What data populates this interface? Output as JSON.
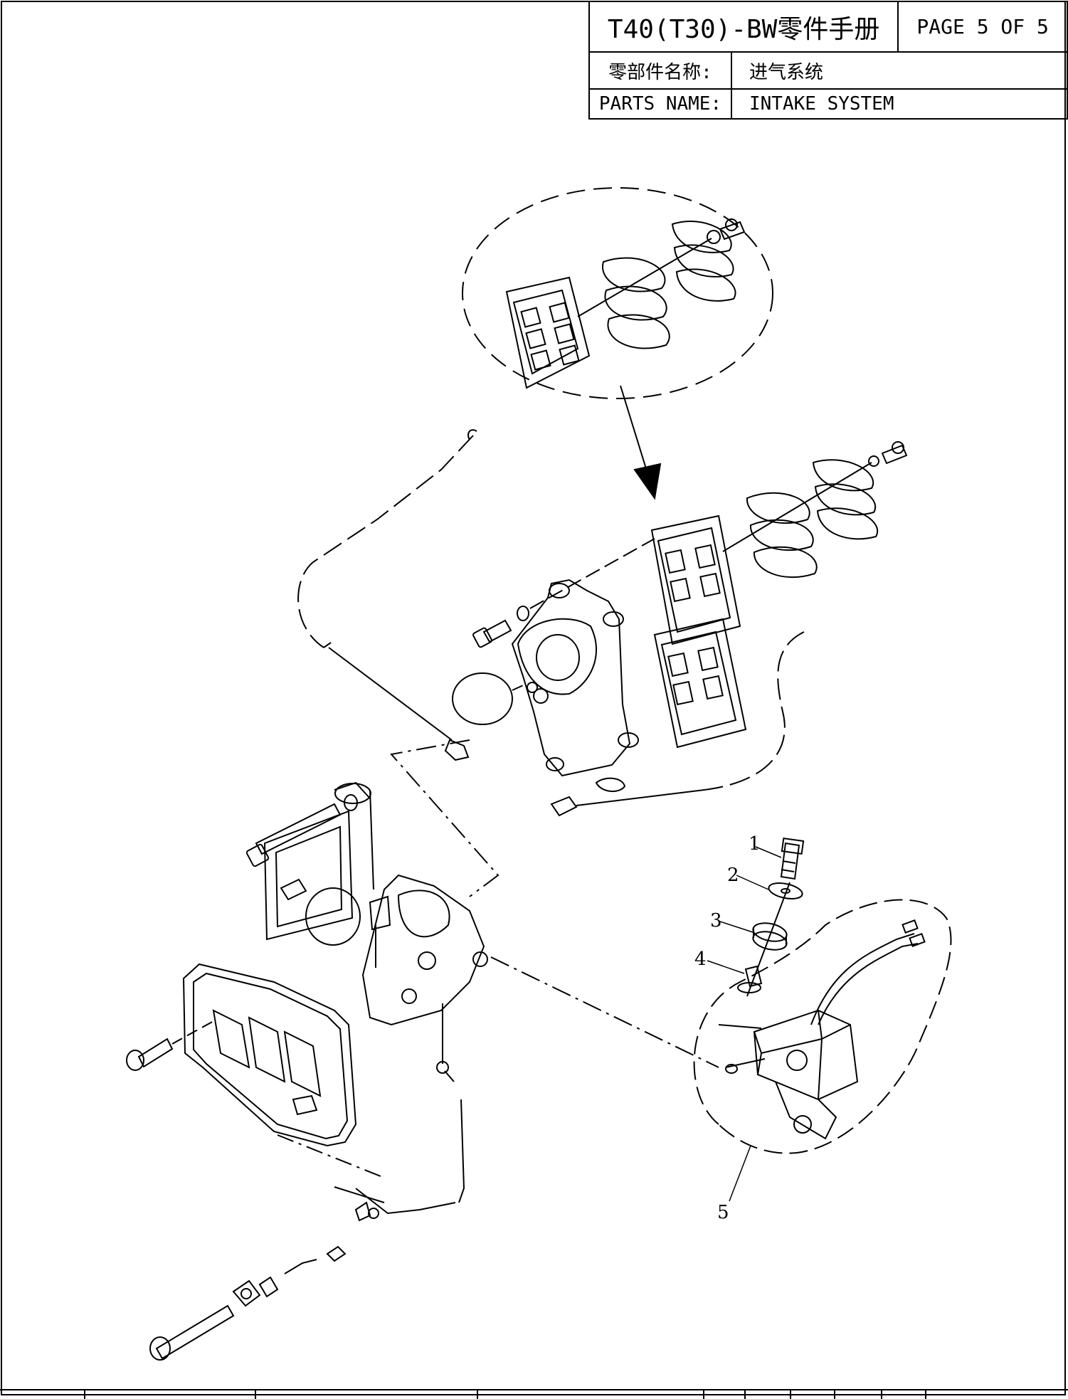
{
  "title_block": {
    "manual_title": "T40(T30)-BW零件手册",
    "page": "PAGE 5 OF 5",
    "parts_name_cn_label": "零部件名称:",
    "parts_name_cn_value": "进气系统",
    "parts_name_en_label": "PARTS NAME:",
    "parts_name_en_value": "INTAKE SYSTEM"
  },
  "callouts": [
    {
      "num": "1"
    },
    {
      "num": "2"
    },
    {
      "num": "3"
    },
    {
      "num": "4"
    },
    {
      "num": "5"
    }
  ],
  "colors": {
    "ink": "#000000",
    "paper": "#ffffff"
  }
}
